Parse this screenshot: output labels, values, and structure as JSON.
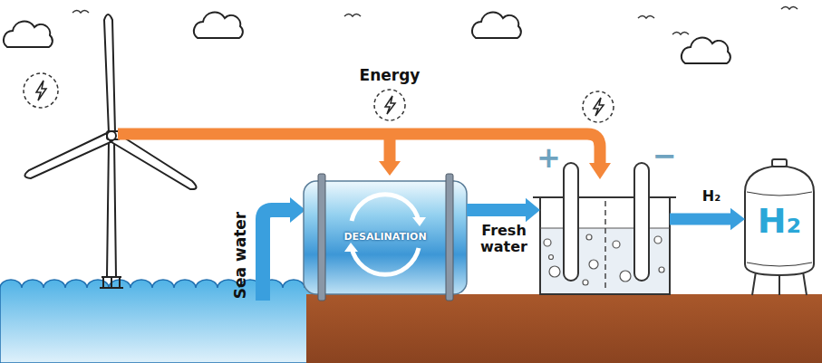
{
  "diagram": {
    "nodes": [
      {
        "text": [
          "DESALINATION"
        ]
      },
      {
        "text": [
          "+",
          "−"
        ]
      },
      {
        "text": [
          "H₂"
        ]
      }
    ],
    "edges": [
      {
        "from": 0,
        "to": 1,
        "arrow": "to",
        "label": "Fresh water"
      },
      {
        "from": 1,
        "to": 2,
        "arrow": "to",
        "label": "H₂"
      }
    ],
    "labels": [
      "Energy",
      "Sea water"
    ]
  }
}
